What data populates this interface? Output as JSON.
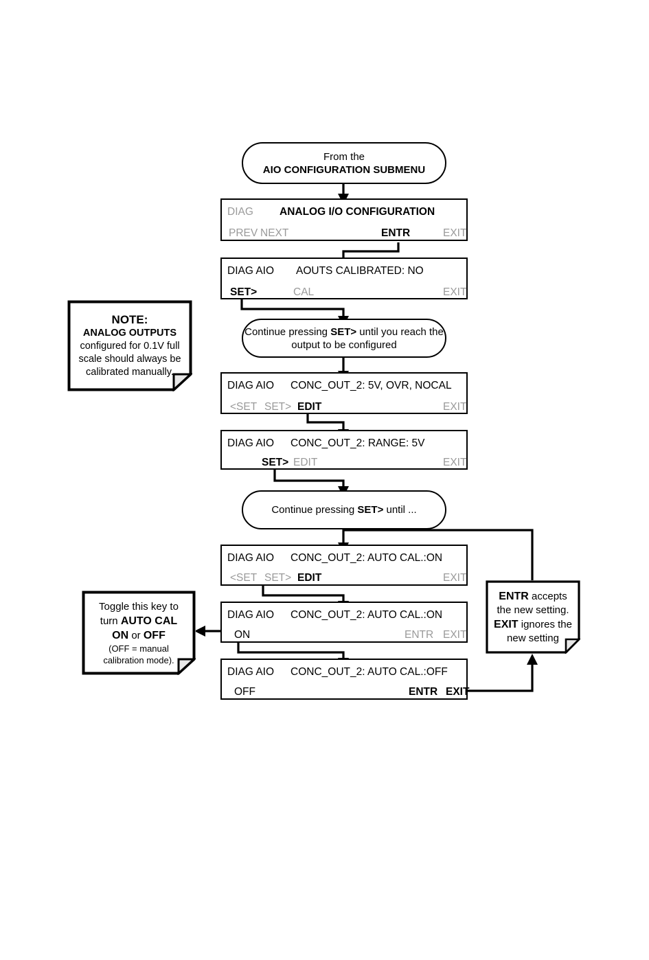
{
  "diagram": {
    "type": "flowchart",
    "title": "Analog I/O Configuration - AUTO CAL flow"
  },
  "nodes": {
    "start": {
      "kind": "terminator",
      "line1": "From the",
      "line2": "AIO CONFIGURATION SUBMENU"
    },
    "screen1": {
      "kind": "display",
      "status": "DIAG",
      "message": "ANALOG I/O CONFIGURATION",
      "keys": [
        "PREV",
        "NEXT",
        "ENTR",
        "EXIT"
      ],
      "active_key": "ENTR"
    },
    "screen2": {
      "kind": "display",
      "status": "DIAG AIO",
      "message": "AOUTS CALIBRATED: NO",
      "keys": [
        "SET>",
        "CAL",
        "EXIT"
      ],
      "active_key": "SET>"
    },
    "note_continue1": {
      "kind": "terminator",
      "line1": "Continue pressing SET> until you reach the",
      "line2": "output to be configured",
      "emphasis": "SET>"
    },
    "screen3": {
      "kind": "display",
      "status": "DIAG AIO",
      "message": "CONC_OUT_2: 5V, OVR, NOCAL",
      "keys": [
        "<SET",
        "SET>",
        "EDIT",
        "EXIT"
      ],
      "active_key": "EDIT"
    },
    "screen4": {
      "kind": "display",
      "status": "DIAG AIO",
      "message": "CONC_OUT_2: RANGE: 5V",
      "keys": [
        "SET>",
        "EDIT",
        "EXIT"
      ],
      "active_key": "SET>"
    },
    "note_continue2": {
      "kind": "terminator",
      "line1": "Continue pressing SET> until ...",
      "emphasis": "SET>"
    },
    "screen5": {
      "kind": "display",
      "status": "DIAG AIO",
      "message": "CONC_OUT_2: AUTO CAL.:ON",
      "keys": [
        "<SET",
        "SET>",
        "EDIT",
        "EXIT"
      ],
      "active_key": "EDIT"
    },
    "screen6": {
      "kind": "display",
      "status": "DIAG AIO",
      "message": "CONC_OUT_2: AUTO CAL.:ON",
      "keys": [
        "ON",
        "ENTR",
        "EXIT"
      ],
      "active_key": "ON"
    },
    "screen7": {
      "kind": "display",
      "status": "DIAG AIO",
      "message": "CONC_OUT_2: AUTO CAL.:OFF",
      "keys": [
        "OFF",
        "ENTR",
        "EXIT"
      ],
      "active_key": "OFF, ENTR, EXIT"
    }
  },
  "notes": {
    "analog_outputs": {
      "heading": "NOTE:",
      "line1": "ANALOG OUTPUTS",
      "line2": "configured for 0.1V full",
      "line3": "scale should always be",
      "line4": "calibrated manually."
    },
    "toggle_key": {
      "line1": "Toggle this key to",
      "line2": "turn  AUTO CAL",
      "line3": "ON or OFF",
      "line4": "(OFF = manual",
      "line5": "calibration mode)."
    },
    "entr_exit": {
      "line1": "ENTR accepts",
      "line2": "the new setting.",
      "line3": "EXIT ignores the",
      "line4": "new setting"
    }
  },
  "labels": {
    "screen1": {
      "status": "DIAG",
      "message": "ANALOG I/O CONFIGURATION",
      "k_prev": "PREV",
      "k_next": "NEXT",
      "k_entr": "ENTR",
      "k_exit": "EXIT"
    },
    "screen2": {
      "status": "DIAG AIO",
      "message": "AOUTS CALIBRATED: NO",
      "k_set": "SET>",
      "k_cal": "CAL",
      "k_exit": "EXIT"
    },
    "screen3": {
      "status": "DIAG AIO",
      "message": "CONC_OUT_2: 5V, OVR, NOCAL",
      "k_setprev": "<SET",
      "k_setnext": "SET>",
      "k_edit": "EDIT",
      "k_exit": "EXIT"
    },
    "screen4": {
      "status": "DIAG AIO",
      "message": "CONC_OUT_2: RANGE: 5V",
      "k_set": "SET>",
      "k_edit": "EDIT",
      "k_exit": "EXIT"
    },
    "screen5": {
      "status": "DIAG AIO",
      "message": "CONC_OUT_2: AUTO CAL.:ON",
      "k_setprev": "<SET",
      "k_setnext": "SET>",
      "k_edit": "EDIT",
      "k_exit": "EXIT"
    },
    "screen6": {
      "status": "DIAG AIO",
      "message": "CONC_OUT_2: AUTO CAL.:ON",
      "k_on": "ON",
      "k_entr": "ENTR",
      "k_exit": "EXIT"
    },
    "screen7": {
      "status": "DIAG AIO",
      "message": "CONC_OUT_2: AUTO CAL.:OFF",
      "k_off": "OFF",
      "k_entr": "ENTR",
      "k_exit": "EXIT"
    }
  },
  "colors": {
    "ink": "#000000",
    "dimmed_key": "#9a9a9a",
    "page": "#ffffff",
    "dogear_fill": "#e8e8e8"
  }
}
